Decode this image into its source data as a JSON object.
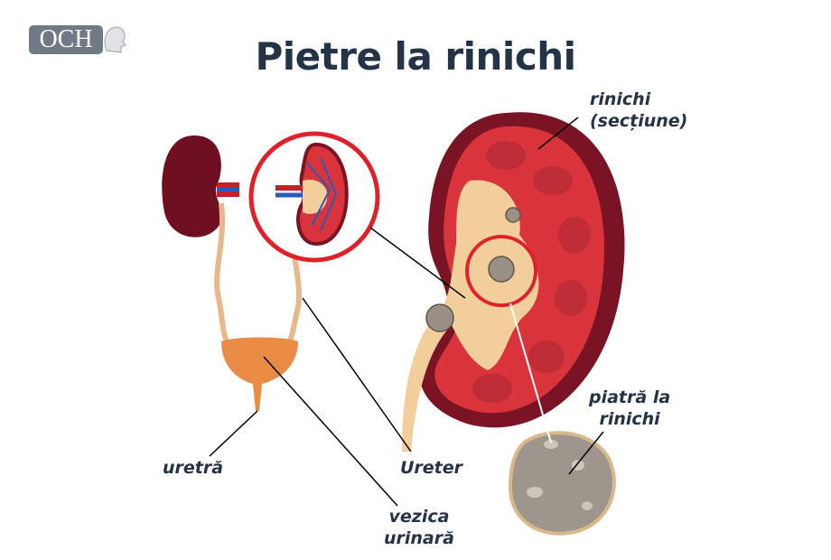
{
  "logo": {
    "text": "OCH"
  },
  "title": "Pietre la rinichi",
  "labels": {
    "kidney_section": [
      "rinichi",
      "(secțiune)"
    ],
    "stone": [
      "piatră la",
      "rinichi"
    ],
    "urethra": "uretră",
    "ureter": "Ureter",
    "bladder": [
      "vezica",
      "urinară"
    ]
  },
  "colors": {
    "title": "#253347",
    "highlight_circle": "#e0202a",
    "kidney_red": "#d9333b",
    "tissue": "#f2cf9a"
  }
}
